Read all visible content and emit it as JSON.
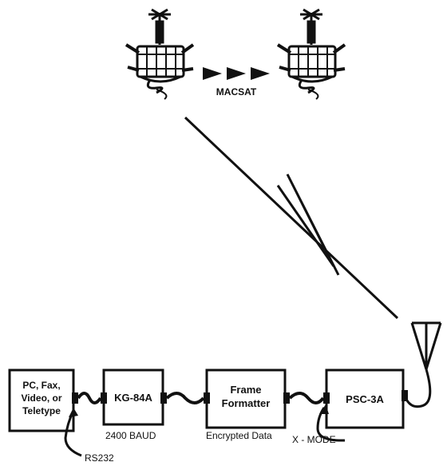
{
  "satellite": {
    "label": "MACSAT"
  },
  "blocks": {
    "source": {
      "lines": [
        "PC, Fax,",
        "Video, or",
        "Teletype"
      ]
    },
    "crypto": {
      "lines": [
        "KG-84A"
      ]
    },
    "formatter": {
      "lines": [
        "Frame",
        "Formatter"
      ]
    },
    "modem": {
      "lines": [
        "PSC-3A"
      ]
    }
  },
  "link_labels": {
    "rs232": "RS232",
    "baud": "2400 BAUD",
    "encrypted": "Encrypted Data",
    "xmode": "X - MODE"
  },
  "colors": {
    "ink": "#111111",
    "paper": "#ffffff"
  }
}
